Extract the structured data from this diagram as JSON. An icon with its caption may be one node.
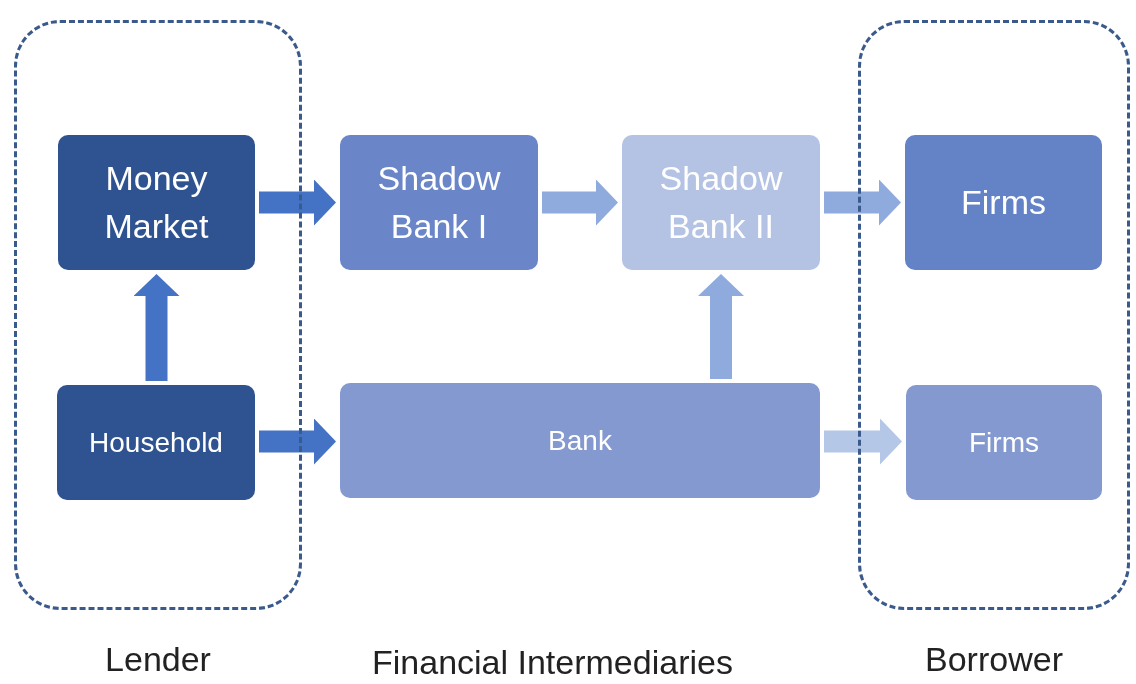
{
  "diagram": {
    "nodes": [
      {
        "text": [
          "Lender"
        ]
      },
      {
        "text": [
          "Money Market"
        ],
        "in": 0
      },
      {
        "text": [
          "Household"
        ],
        "in": 0
      },
      {
        "text": [
          "Shadow Bank I"
        ]
      },
      {
        "text": [
          "Shadow Bank II"
        ]
      },
      {
        "text": [
          "Bank"
        ]
      },
      {
        "text": [
          "Borrower"
        ]
      },
      {
        "text": [
          "Firms"
        ],
        "in": 6
      },
      {
        "text": [
          "Firms"
        ],
        "in": 6
      }
    ],
    "edges": [
      {
        "from": 2,
        "to": 1,
        "arrow": "to"
      },
      {
        "from": 1,
        "to": 3,
        "arrow": "to"
      },
      {
        "from": 3,
        "to": 4,
        "arrow": "to",
        "color": "#8faadc"
      },
      {
        "from": 4,
        "to": 7,
        "arrow": "to",
        "color": "#8faadc"
      },
      {
        "from": 2,
        "to": 5,
        "arrow": "to"
      },
      {
        "from": 5,
        "to": 4,
        "arrow": "to",
        "color": "#8faadc"
      },
      {
        "from": 5,
        "to": 8,
        "arrow": "to",
        "color": "#b4c7e7"
      }
    ],
    "labels": [
      "Financial Intermediaries"
    ]
  }
}
